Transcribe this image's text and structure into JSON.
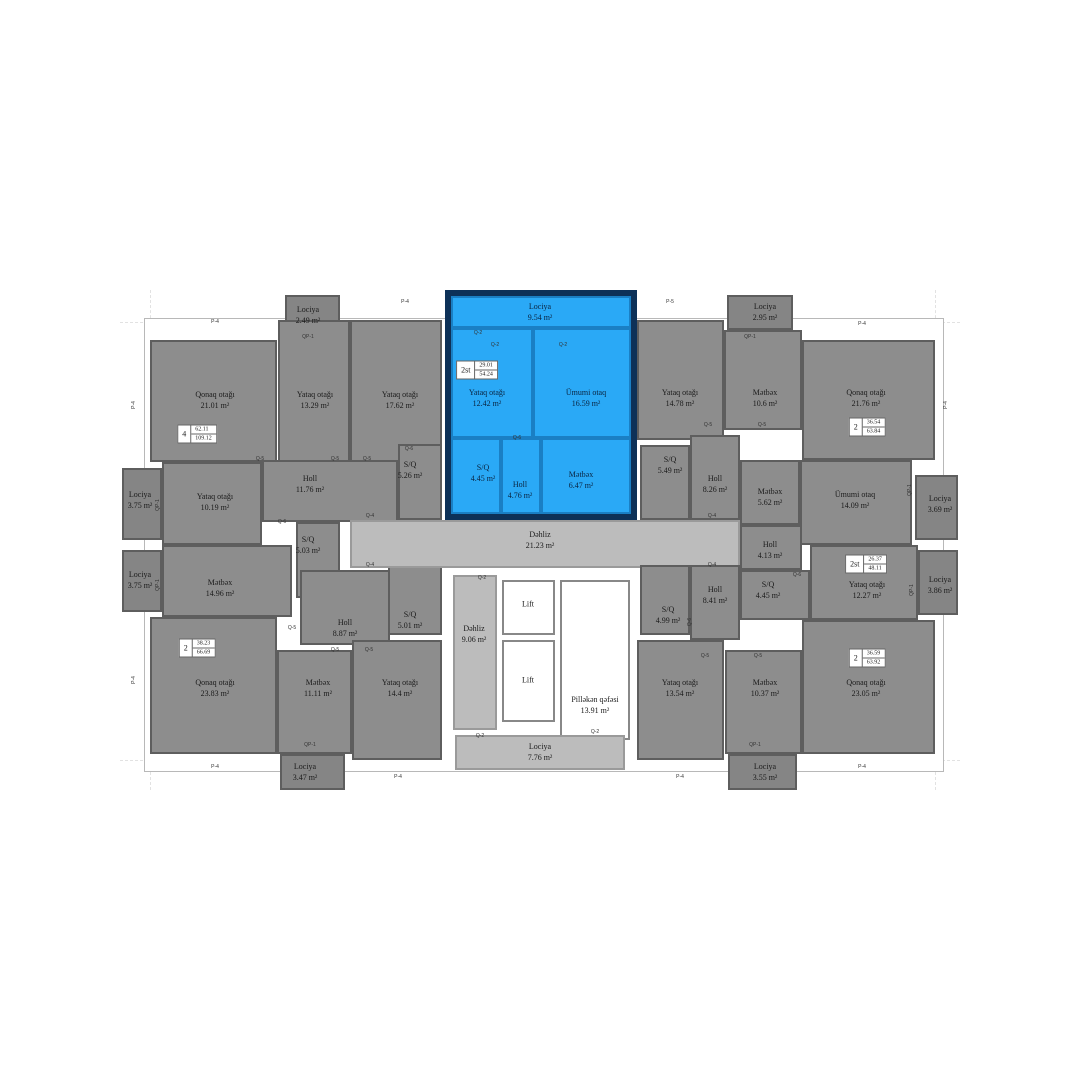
{
  "plan": {
    "selected_apartment": {
      "rooms": "2st",
      "living_area": "29.01",
      "total_area": "54.24",
      "highlight_color": "#2aa9f6",
      "border_color": "#0d3158"
    },
    "rooms": [
      {
        "name": "Lociya",
        "area": "2.49 m²"
      },
      {
        "name": "Qonaq otağı",
        "area": "21.01 m²"
      },
      {
        "name": "Yataq otağı",
        "area": "13.29 m²"
      },
      {
        "name": "Yataq otağı",
        "area": "17.62 m²"
      },
      {
        "name": "Holl",
        "area": "11.76 m²"
      },
      {
        "name": "Yataq otağı",
        "area": "10.19 m²"
      },
      {
        "name": "S/Q",
        "area": "5.26 m²"
      },
      {
        "name": "Lociya",
        "area": "3.75 m²"
      },
      {
        "name": "S/Q",
        "area": "5.03 m²"
      },
      {
        "name": "Mətbəx",
        "area": "14.96 m²"
      },
      {
        "name": "Lociya",
        "area": "3.75 m²"
      },
      {
        "name": "Holl",
        "area": "8.87 m²"
      },
      {
        "name": "S/Q",
        "area": "5.01 m²"
      },
      {
        "name": "Qonaq otağı",
        "area": "23.83 m²"
      },
      {
        "name": "Mətbəx",
        "area": "11.11 m²"
      },
      {
        "name": "Yataq otağı",
        "area": "14.4 m²"
      },
      {
        "name": "Lociya",
        "area": "3.47 m²"
      },
      {
        "name": "Lociya",
        "area": "9.54 m²"
      },
      {
        "name": "Yataq otağı",
        "area": "12.42 m²"
      },
      {
        "name": "Ümumi otaq",
        "area": "16.59 m²"
      },
      {
        "name": "S/Q",
        "area": "4.45 m²"
      },
      {
        "name": "Holl",
        "area": "4.76 m²"
      },
      {
        "name": "Mətbəx",
        "area": "6.47 m²"
      },
      {
        "name": "Dəhliz",
        "area": "21.23 m²"
      },
      {
        "name": "Dəhliz",
        "area": "9.06 m²"
      },
      {
        "name": "Lift",
        "area": ""
      },
      {
        "name": "Lift",
        "area": ""
      },
      {
        "name": "Pilləkən qəfəsi",
        "area": "13.91 m²"
      },
      {
        "name": "Lociya",
        "area": "7.76 m²"
      },
      {
        "name": "Lociya",
        "area": "2.95 m²"
      },
      {
        "name": "Yataq otağı",
        "area": "14.78 m²"
      },
      {
        "name": "Mətbəx",
        "area": "10.6 m²"
      },
      {
        "name": "Qonaq otağı",
        "area": "21.76 m²"
      },
      {
        "name": "S/Q",
        "area": "5.49 m²"
      },
      {
        "name": "Holl",
        "area": "8.26 m²"
      },
      {
        "name": "Mətbəx",
        "area": "5.62 m²"
      },
      {
        "name": "Ümumi otaq",
        "area": "14.09 m²"
      },
      {
        "name": "Lociya",
        "area": "3.69 m²"
      },
      {
        "name": "Holl",
        "area": "4.13 m²"
      },
      {
        "name": "S/Q",
        "area": "4.45 m²"
      },
      {
        "name": "Yataq otağı",
        "area": "12.27 m²"
      },
      {
        "name": "Lociya",
        "area": "3.86 m²"
      },
      {
        "name": "S/Q",
        "area": "4.99 m²"
      },
      {
        "name": "Holl",
        "area": "8.41 m²"
      },
      {
        "name": "Yataq otağı",
        "area": "13.54 m²"
      },
      {
        "name": "Mətbəx",
        "area": "10.37 m²"
      },
      {
        "name": "Qonaq otağı",
        "area": "23.05 m²"
      },
      {
        "name": "Lociya",
        "area": "3.55 m²"
      }
    ],
    "badges": [
      {
        "rooms": "4",
        "living": "62.11",
        "total": "109.12"
      },
      {
        "rooms": "2",
        "living": "38.23",
        "total": "66.69"
      },
      {
        "rooms": "2st",
        "living": "29.01",
        "total": "54.24"
      },
      {
        "rooms": "2",
        "living": "36.54",
        "total": "63.84"
      },
      {
        "rooms": "2st",
        "living": "26.37",
        "total": "48.11"
      },
      {
        "rooms": "2",
        "living": "36.59",
        "total": "63.92"
      }
    ],
    "annotations": [
      "P-4",
      "P-4",
      "P-4",
      "P-4",
      "P-4",
      "P-4",
      "P-4",
      "P-4",
      "P-5",
      "P-4",
      "P-4",
      "QP-1",
      "QP-1",
      "QP-1",
      "QP-1",
      "QP-1",
      "QP-1",
      "QP-1",
      "QP-1",
      "Q-2",
      "Q-2",
      "Q-2",
      "Q-2",
      "Q-2",
      "Q-2",
      "Q-5",
      "Q-5",
      "Q-5",
      "Q-5",
      "Q-5",
      "Q-5",
      "Q-5",
      "Q-5",
      "Q-5",
      "Q-5",
      "Q-4",
      "Q-4",
      "Q-4",
      "Q-4",
      "Q-6",
      "Q-6",
      "Q-6",
      "Q-6",
      "Q-6"
    ]
  }
}
